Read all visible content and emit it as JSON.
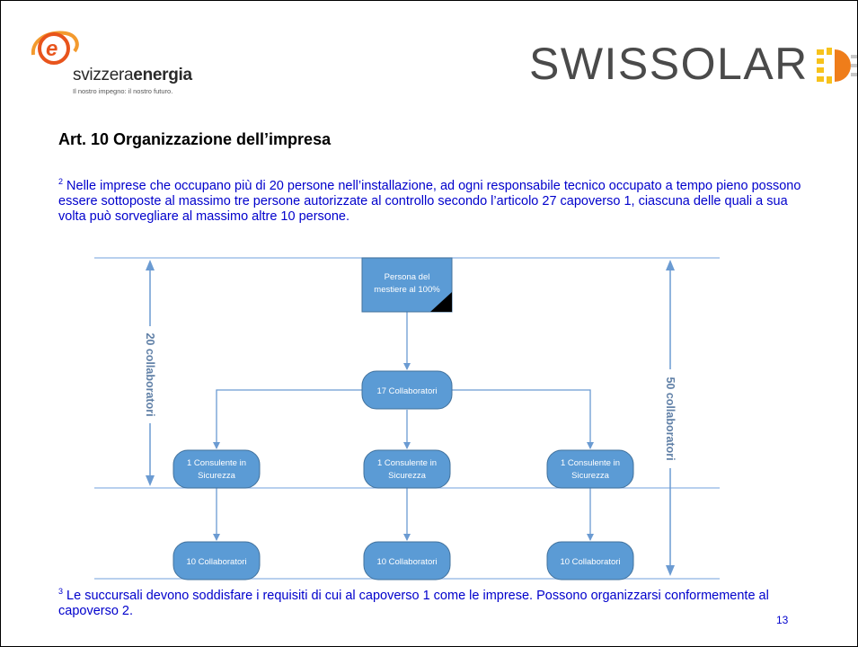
{
  "logos": {
    "left": {
      "name_light": "svizzera",
      "name_bold": "energia",
      "tagline": "Il nostro impegno: il nostro futuro."
    },
    "right": {
      "name": "SWISSOLAR",
      "sun_icon": "sun-icon"
    }
  },
  "title": "Art. 10 Organizzazione dell’impresa",
  "paragraph_2": {
    "marker": "2",
    "text": " Nelle imprese che occupano più di 20 persone nell’installazione, ad ogni responsabile tecnico occupato a tempo pieno possono essere sottoposte al massimo tre persone autorizzate al controllo secondo l’articolo 27 capoverso 1, ciascuna delle quali a sua volta può sorvegliare al massimo altre 10 persone."
  },
  "diagram": {
    "head": {
      "line1": "Persona del",
      "line2": "mestiere al 100%"
    },
    "team_node": "17 Collaboratori",
    "consultants": [
      {
        "line1": "1 Consulente in",
        "line2": "Sicurezza"
      },
      {
        "line1": "1 Consulente in",
        "line2": "Sicurezza"
      },
      {
        "line1": "1 Consulente in",
        "line2": "Sicurezza"
      }
    ],
    "collaborators": [
      "10 Collaboratori",
      "10 Collaboratori",
      "10 Collaboratori"
    ],
    "label_left": "20 collaboratori",
    "label_right": "50 collaboratori",
    "colors": {
      "node_fill": "#5b9bd5",
      "node_border": "#41719c",
      "connector": "#6b9bd2",
      "guide_line": "#8eb4e3",
      "label": "#5f7fa6"
    }
  },
  "paragraph_3": {
    "marker": "3",
    "text": " Le succursali devono soddisfare i requisiti di cui al capoverso 1 come le imprese. Possono organizzarsi conformemente al capoverso 2."
  },
  "page_number": "13"
}
